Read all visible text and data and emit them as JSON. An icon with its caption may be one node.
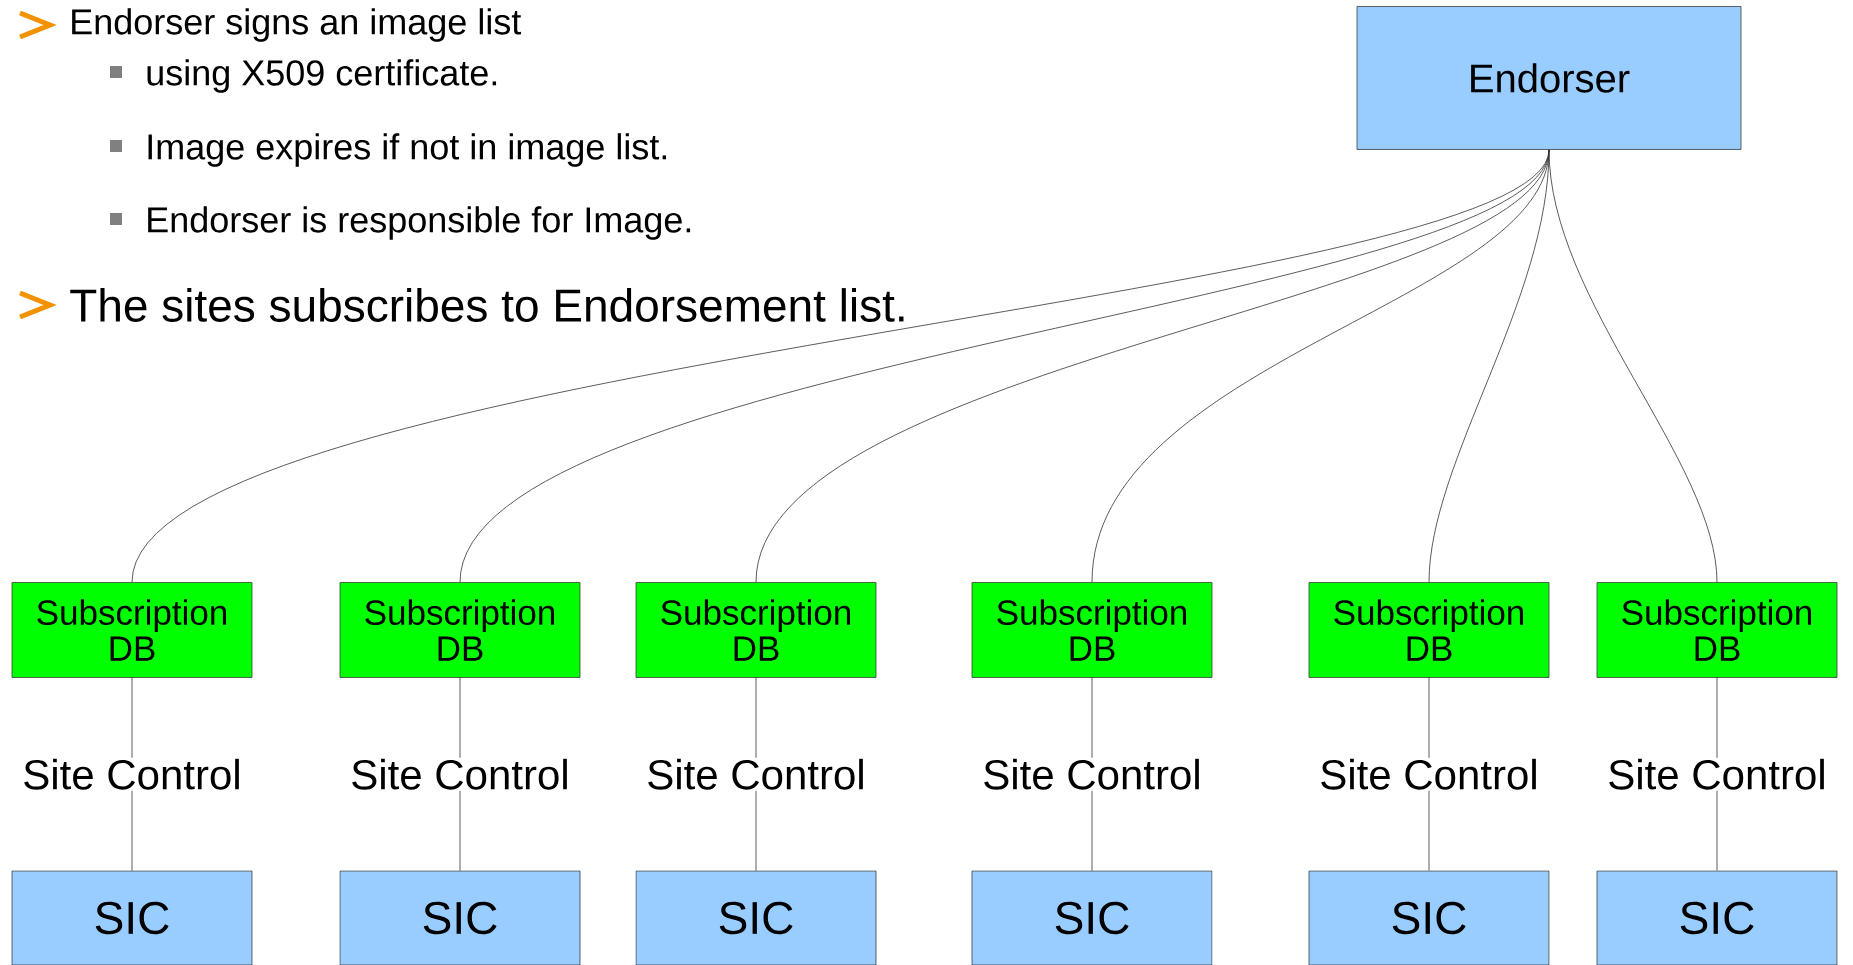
{
  "diagram": {
    "nodes": [
      {
        "text": [
          "Endorser"
        ]
      },
      {
        "text": [
          "Subscription DB"
        ]
      },
      {
        "text": [
          "Subscription DB"
        ]
      },
      {
        "text": [
          "Subscription DB"
        ]
      },
      {
        "text": [
          "Subscription DB"
        ]
      },
      {
        "text": [
          "Subscription DB"
        ]
      },
      {
        "text": [
          "Subscription DB"
        ]
      },
      {
        "text": [
          "SIC"
        ]
      },
      {
        "text": [
          "SIC"
        ]
      },
      {
        "text": [
          "SIC"
        ]
      },
      {
        "text": [
          "SIC"
        ]
      },
      {
        "text": [
          "SIC"
        ]
      },
      {
        "text": [
          "SIC"
        ]
      }
    ],
    "edges": [
      {
        "from": 0,
        "to": 1,
        "arrow": "none"
      },
      {
        "from": 0,
        "to": 2,
        "arrow": "none"
      },
      {
        "from": 0,
        "to": 3,
        "arrow": "none"
      },
      {
        "from": 0,
        "to": 4,
        "arrow": "none"
      },
      {
        "from": 0,
        "to": 5,
        "arrow": "none"
      },
      {
        "from": 0,
        "to": 6,
        "arrow": "none"
      },
      {
        "from": 1,
        "to": 7,
        "arrow": "none",
        "label": "Site Control"
      },
      {
        "from": 2,
        "to": 8,
        "arrow": "none",
        "label": "Site Control"
      },
      {
        "from": 3,
        "to": 9,
        "arrow": "none",
        "label": "Site Control"
      },
      {
        "from": 4,
        "to": 10,
        "arrow": "none",
        "label": "Site Control"
      },
      {
        "from": 5,
        "to": 11,
        "arrow": "none",
        "label": "Site Control"
      },
      {
        "from": 6,
        "to": 12,
        "arrow": "none",
        "label": "Site Control"
      }
    ],
    "labels": [
      "Endorser signs an image list",
      "using X509 certificate.",
      "Image expires if not in image list.",
      "Endorser is responsible for Image.",
      "The sites subscribes to Endorsement list."
    ]
  }
}
